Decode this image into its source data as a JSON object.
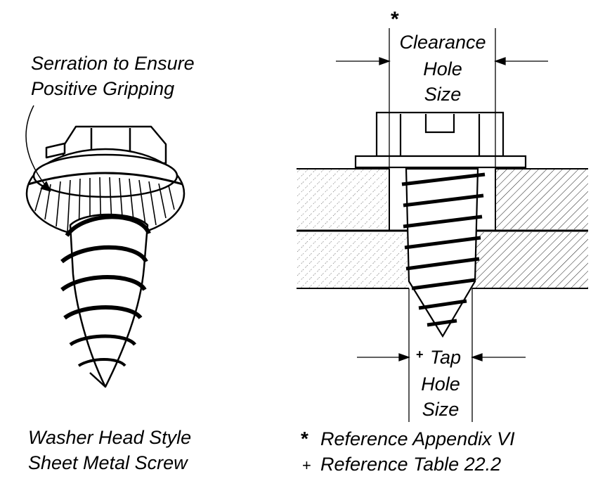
{
  "left_figure": {
    "callout_line1": "Serration to Ensure",
    "callout_line2": "Positive Gripping",
    "caption_line1": "Washer Head Style",
    "caption_line2": "Sheet Metal Screw"
  },
  "right_figure": {
    "clearance_marker": "*",
    "clearance_line1": "Clearance",
    "clearance_line2": "Hole",
    "clearance_line3": "Size",
    "tap_marker": "+",
    "tap_line1": "Tap",
    "tap_line2": "Hole",
    "tap_line3": "Size",
    "note1_marker": "*",
    "note1_text": "Reference Appendix VI",
    "note2_marker": "+",
    "note2_text": "Reference Table 22.2"
  }
}
